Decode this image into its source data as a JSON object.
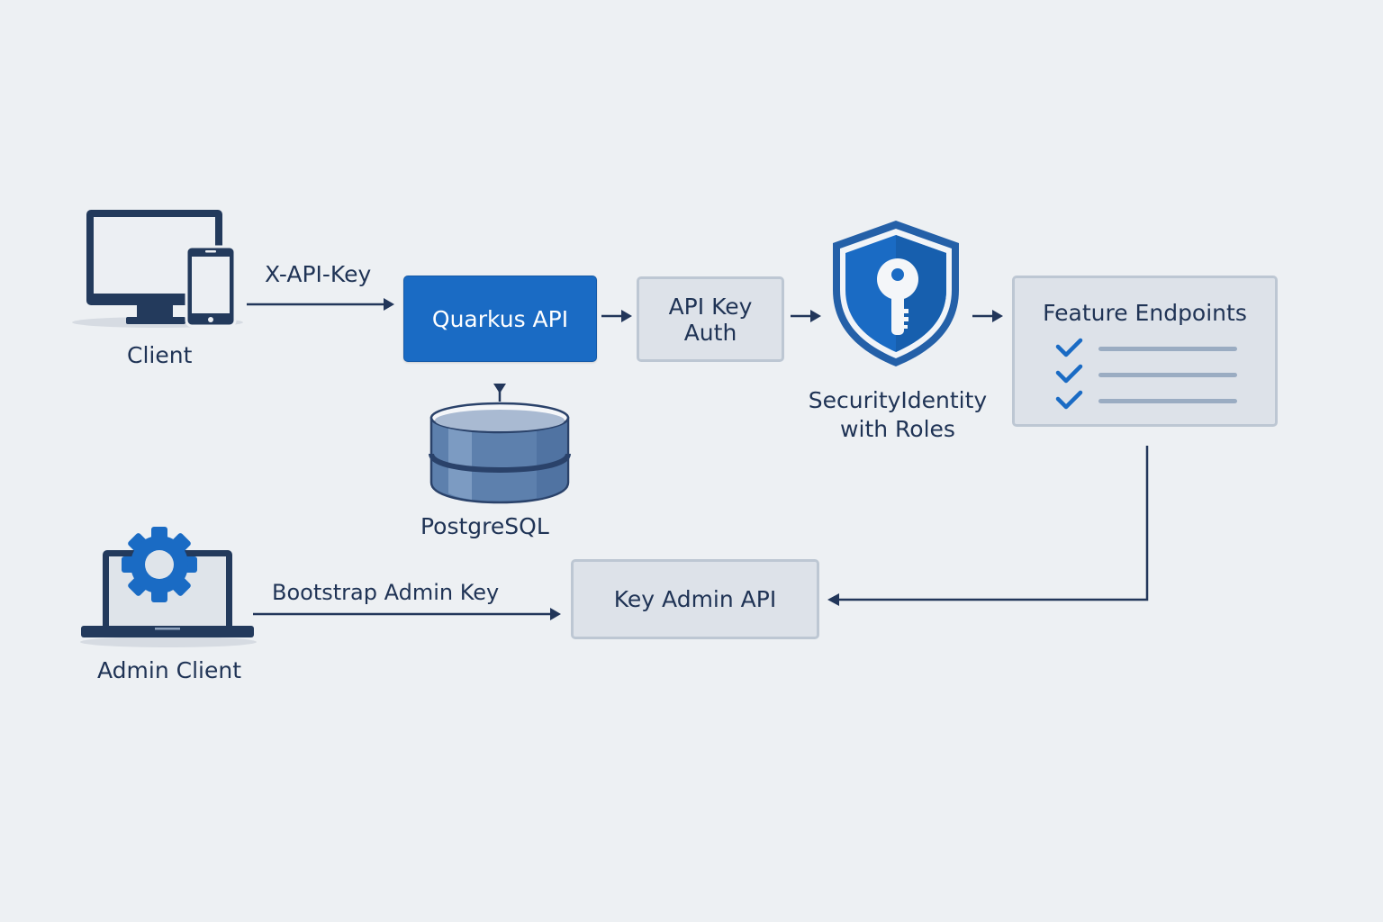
{
  "diagram": {
    "nodes": {
      "client": {
        "label": "Client",
        "icon": "desktop-and-phone-icon"
      },
      "quarkus_api": {
        "label": "Quarkus API"
      },
      "api_key_auth": {
        "label_line1": "API Key",
        "label_line2": "Auth"
      },
      "security_identity": {
        "label_line1": "SecurityIdentity",
        "label_line2": "with Roles",
        "icon": "shield-key-icon"
      },
      "feature_endpoints": {
        "label": "Feature Endpoints",
        "items_checked": 3,
        "icon": "checklist-icon"
      },
      "postgresql": {
        "label": "PostgreSQL",
        "icon": "database-icon"
      },
      "admin_client": {
        "label": "Admin Client",
        "icon": "laptop-gear-icon"
      },
      "key_admin_api": {
        "label": "Key Admin API"
      }
    },
    "edges": {
      "client_to_quarkus": {
        "label": "X-API-Key"
      },
      "quarkus_to_auth": {
        "label": ""
      },
      "auth_to_identity": {
        "label": ""
      },
      "identity_to_features": {
        "label": ""
      },
      "quarkus_to_postgres": {
        "label": ""
      },
      "admin_to_key_admin": {
        "label": "Bootstrap Admin Key"
      },
      "features_to_key_admin": {
        "label": ""
      }
    },
    "colors": {
      "background": "#edf0f3",
      "primary": "#1a6bc4",
      "dark_navy": "#22365a",
      "neutral_box": "#dde2e9",
      "neutral_border": "#bdc7d3"
    }
  }
}
